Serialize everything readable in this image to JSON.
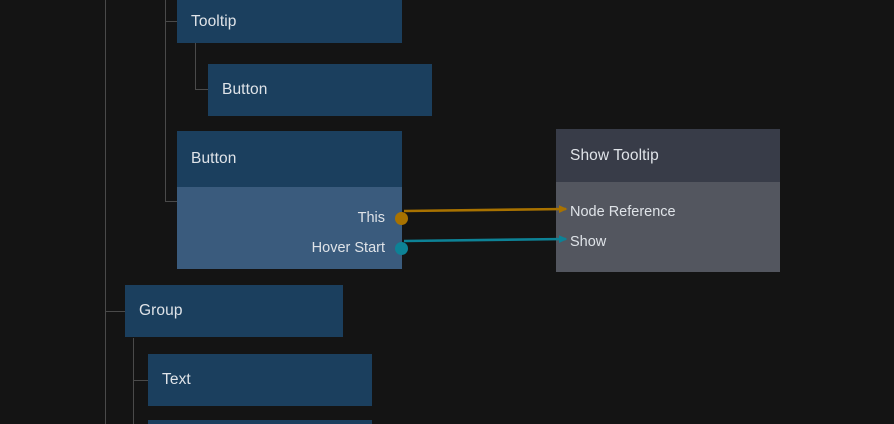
{
  "theme": {
    "background": "#141414",
    "tree_line": "#4a4a4a",
    "node_blue_header": "#1b3f5e",
    "node_blue_body": "#3a5b7d",
    "node_gray_header": "#383c48",
    "node_gray_body": "#53565f",
    "text": "#dfe3e8",
    "wire_data": "#a87200",
    "wire_signal": "#0d8296"
  },
  "nodes": {
    "tooltip": {
      "title": "Tooltip"
    },
    "tooltip_child_button": {
      "title": "Button"
    },
    "button": {
      "title": "Button",
      "outputs": [
        {
          "label": "This",
          "type": "data",
          "color": "#a87200"
        },
        {
          "label": "Hover Start",
          "type": "signal",
          "color": "#0d8296"
        }
      ]
    },
    "show_tooltip": {
      "title": "Show Tooltip",
      "inputs": [
        {
          "label": "Node Reference",
          "type": "data",
          "color": "#a87200"
        },
        {
          "label": "Show",
          "type": "signal",
          "color": "#0d8296"
        }
      ]
    },
    "group": {
      "title": "Group"
    },
    "text": {
      "title": "Text"
    },
    "partial_node": {
      "title": ""
    },
    "partial_node_2": {
      "title": ""
    }
  },
  "connections": [
    {
      "from": "button.This",
      "to": "show_tooltip.Node Reference",
      "color": "#a87200"
    },
    {
      "from": "button.Hover Start",
      "to": "show_tooltip.Show",
      "color": "#0d8296"
    }
  ]
}
